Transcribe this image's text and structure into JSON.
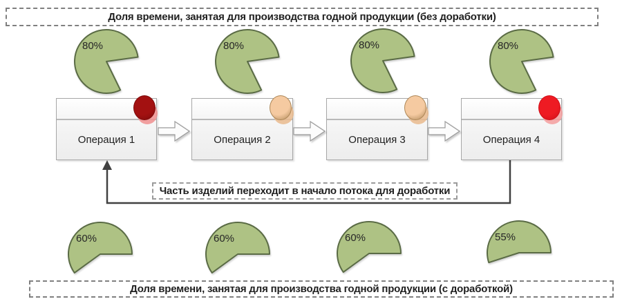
{
  "banners": {
    "top": "Доля времени, занятая для производства годной продукции (без доработки)",
    "bottom": "Доля времени, занятая для производства годной продукции (с доработкой)"
  },
  "feedback_label": "Часть изделий переходит в начало потока для доработки",
  "operations": [
    {
      "label": "Операция 1",
      "indicator": "dark_red"
    },
    {
      "label": "Операция 2",
      "indicator": "peach"
    },
    {
      "label": "Операция 3",
      "indicator": "peach"
    },
    {
      "label": "Операция 4",
      "indicator": "red"
    }
  ],
  "pies_top": [
    {
      "label": "80%",
      "pct": 80
    },
    {
      "label": "80%",
      "pct": 80
    },
    {
      "label": "80%",
      "pct": 80
    },
    {
      "label": "80%",
      "pct": 80
    }
  ],
  "pies_bottom": [
    {
      "label": "60%",
      "pct": 60
    },
    {
      "label": "60%",
      "pct": 60
    },
    {
      "label": "60%",
      "pct": 60
    },
    {
      "label": "55%",
      "pct": 55
    }
  ],
  "chart_data": {
    "type": "pie",
    "title": "Доля времени, занятая для производства годной продукции",
    "series": [
      {
        "name": "без доработки",
        "categories": [
          "Операция 1",
          "Операция 2",
          "Операция 3",
          "Операция 4"
        ],
        "values": [
          80,
          80,
          80,
          80
        ]
      },
      {
        "name": "с доработкой",
        "categories": [
          "Операция 1",
          "Операция 2",
          "Операция 3",
          "Операция 4"
        ],
        "values": [
          60,
          60,
          60,
          55
        ]
      }
    ]
  },
  "colors": {
    "pie_fill": "#aec284",
    "pie_stroke": "#5a6b45",
    "line": "#404040",
    "indicators": {
      "dark_red": {
        "front": "#a31111",
        "back": "#f19090",
        "outline": "#7d0b0b"
      },
      "red": {
        "front": "#ee1b23",
        "back": "#f59e9e",
        "outline": "#d0101a"
      },
      "peach": {
        "front": "#f5caa1",
        "back": "#eabb8e",
        "outline": "#ad8757"
      }
    }
  }
}
